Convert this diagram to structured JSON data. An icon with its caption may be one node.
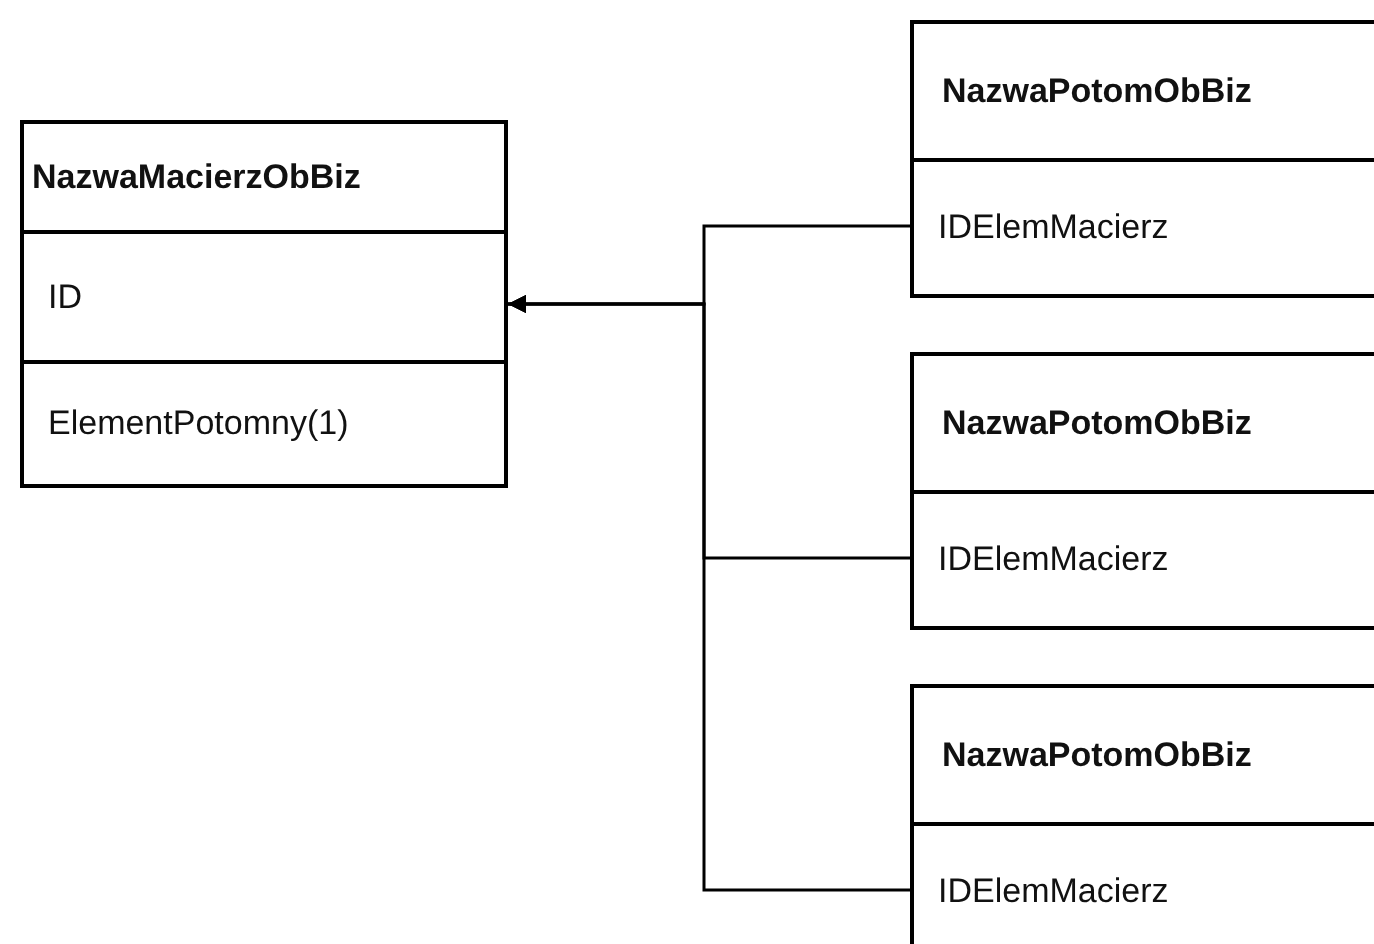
{
  "diagram": {
    "nodes": [
      {
        "text": [
          "NazwaMacierzObBiz",
          "ID",
          "ElementPotomny(1)"
        ]
      },
      {
        "text": [
          "NazwaPotomObBiz",
          "IDElemMacierz"
        ]
      },
      {
        "text": [
          "NazwaPotomObBiz",
          "IDElemMacierz"
        ]
      },
      {
        "text": [
          "NazwaPotomObBiz",
          "IDElemMacierz"
        ]
      }
    ],
    "edges": [
      {
        "from": 1,
        "to": 0,
        "arrow": "to"
      },
      {
        "from": 2,
        "to": 0,
        "arrow": "to"
      },
      {
        "from": 3,
        "to": 0,
        "arrow": "to"
      }
    ]
  }
}
